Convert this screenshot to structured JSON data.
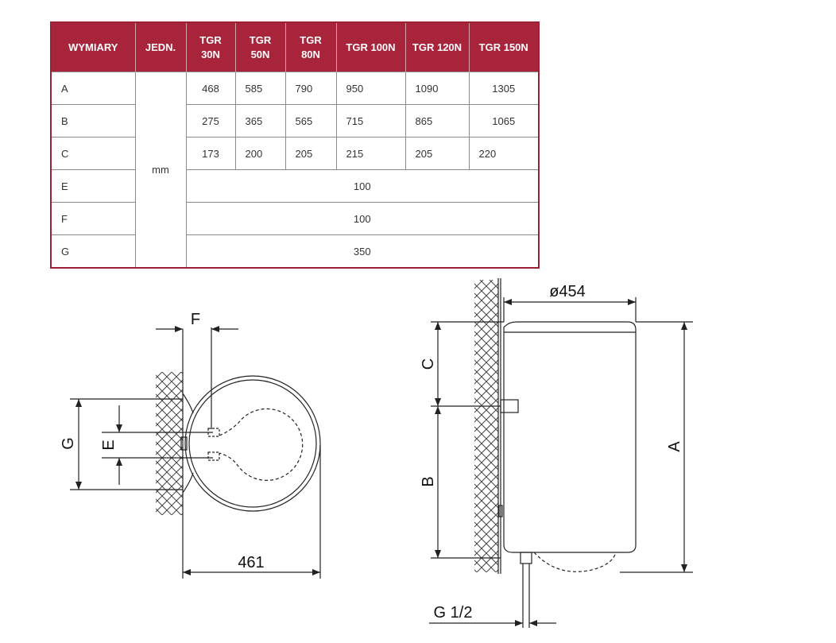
{
  "table": {
    "headers": [
      "WYMIARY",
      "JEDN.",
      "TGR 30N",
      "TGR 50N",
      "TGR 80N",
      "TGR 100N",
      "TGR 120N",
      "TGR 150N"
    ],
    "unit": "mm",
    "rows": [
      {
        "dim": "A",
        "values": [
          "468",
          "585",
          "790",
          "950",
          "1090",
          "1305"
        ]
      },
      {
        "dim": "B",
        "values": [
          "275",
          "365",
          "565",
          "715",
          "865",
          "1065"
        ]
      },
      {
        "dim": "C",
        "values": [
          "173",
          "200",
          "205",
          "215",
          "205",
          "220"
        ]
      },
      {
        "dim": "E",
        "common": "100"
      },
      {
        "dim": "F",
        "common": "100"
      },
      {
        "dim": "G",
        "common": "350"
      }
    ]
  },
  "top_view": {
    "label_f": "F",
    "label_g": "G",
    "label_e": "E",
    "depth": "461"
  },
  "side_view": {
    "diameter": "ø454",
    "label_c": "C",
    "label_b": "B",
    "label_a": "A",
    "connection": "G 1/2"
  },
  "colors": {
    "header": "#a8243a",
    "line": "#222222"
  }
}
